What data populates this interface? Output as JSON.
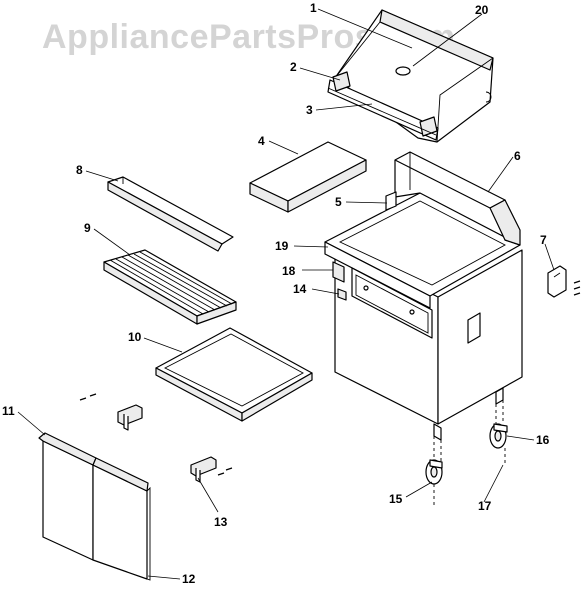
{
  "watermark": "AppliancePartsPros.com",
  "callouts": [
    {
      "id": "1",
      "text": "1"
    },
    {
      "id": "2",
      "text": "2"
    },
    {
      "id": "3",
      "text": "3"
    },
    {
      "id": "4",
      "text": "4"
    },
    {
      "id": "5",
      "text": "5"
    },
    {
      "id": "6",
      "text": "6"
    },
    {
      "id": "7",
      "text": "7"
    },
    {
      "id": "8",
      "text": "8"
    },
    {
      "id": "9",
      "text": "9"
    },
    {
      "id": "10",
      "text": "10"
    },
    {
      "id": "11",
      "text": "11"
    },
    {
      "id": "12",
      "text": "12"
    },
    {
      "id": "13",
      "text": "13"
    },
    {
      "id": "14",
      "text": "14"
    },
    {
      "id": "15",
      "text": "15"
    },
    {
      "id": "16",
      "text": "16"
    },
    {
      "id": "17",
      "text": "17"
    },
    {
      "id": "18",
      "text": "18"
    },
    {
      "id": "19",
      "text": "19"
    },
    {
      "id": "20",
      "text": "20"
    }
  ]
}
